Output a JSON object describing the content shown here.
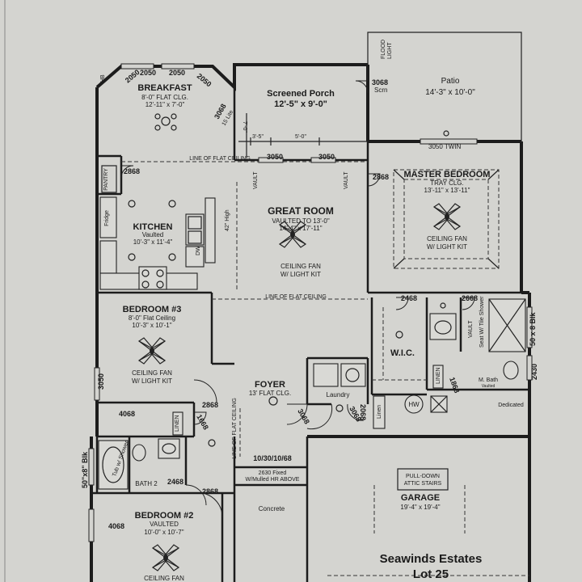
{
  "rooms": {
    "breakfast": {
      "name": "BREAKFAST",
      "ceiling": "8'-0\" FLAT CLG.",
      "size": "12'-11\" x 7'-0\""
    },
    "screened_porch": {
      "name": "Screened Porch",
      "size": "12'-5\" x 9'-0\""
    },
    "patio": {
      "name": "Patio",
      "size": "14'-3\" x 10'-0\""
    },
    "kitchen": {
      "name": "KITCHEN",
      "ceiling": "Vaulted",
      "size": "10'-3\" x 11'-4\""
    },
    "great_room": {
      "name": "GREAT ROOM",
      "ceiling": "VAULTED TO 13'-0\"",
      "size": "14'-4\" x 17'-11\"",
      "fan": "CEILING FAN",
      "fan2": "W/ LIGHT KIT"
    },
    "master_bedroom": {
      "name": "MASTER BEDROOM",
      "ceiling": "TRAY CLG.",
      "size": "13'-11\" x 13'-11\"",
      "fan": "CEILING FAN",
      "fan2": "W/ LIGHT KIT"
    },
    "bedroom3": {
      "name": "BEDROOM #3",
      "ceiling": "8'-0\" Flat Ceiling",
      "size": "10'-3\" x 10'-1\"",
      "fan": "CEILING FAN",
      "fan2": "W/ LIGHT KIT"
    },
    "bedroom2": {
      "name": "BEDROOM #2",
      "ceiling": "VAULTED",
      "size": "10'-0\" x 10'-7\"",
      "fan": "CEILING FAN"
    },
    "foyer": {
      "name": "FOYER",
      "ceiling": "13' FLAT CLG."
    },
    "garage": {
      "name": "GARAGE",
      "size": "19'-4\" x 19'-4\"",
      "attic": "PULL-DOWN",
      "attic2": "ATTIC STAIRS"
    },
    "wic": {
      "name": "W.I.C."
    },
    "laundry": {
      "name": "Laundry"
    },
    "bath2": {
      "name": "BATH 2"
    },
    "pantry": {
      "name": "PANTRY"
    },
    "fridge": {
      "name": "Fridge"
    },
    "m_bath": {
      "name": "M. Bath",
      "note": "Vaulted"
    },
    "dedicated": {
      "name": "Dedicated"
    },
    "concrete": {
      "name": "Concrete"
    }
  },
  "labels": {
    "w2050a": "2050",
    "w2050b": "2050",
    "w2050c": "2050",
    "w2050d": "2050",
    "w3068_breakfast": "3068",
    "w3068_breakfast2": "15 Lite",
    "w3068_scrn": "3068",
    "scrn": "Scrn",
    "flood_light": "FLOOD",
    "flood_light2": "LIGHT",
    "hb": "HB",
    "w3050a": "3050",
    "w3050b": "3050",
    "w3050_twin": "3050 TWIN",
    "dim_3_5": "3'-5\"",
    "dim_5_0": "5'-0\"",
    "dim_7_0": "7'-0\"",
    "line_flat_ceiling_top": "LINE OF FLAT CEILING",
    "line_flat_ceiling_mid": "LINE OF FLAT CEILING",
    "line_flat_ceiling_vert": "LINE OF FLAT CEILING",
    "d2868_pantry": "2868",
    "d2868_master": "2868",
    "vault_a": "VAULT",
    "vault_b": "VAULT",
    "bar_high": "42\" High",
    "dw": "DW",
    "d2468_wic": "2468",
    "d2668_mbath": "2668",
    "vault_mbath": "VAULT",
    "shower_note": "Seat W/ Tile Shower",
    "blk_50x8": "50 x 8 Blk",
    "w2430": "2430",
    "linen_a": "LINEN",
    "linen_b": "LINEN",
    "linen_c": "Linen",
    "d1868_mbath": "1868",
    "hw": "HW",
    "w3050_bed3": "3050",
    "d2868_bed3": "2868",
    "d1668": "1668",
    "d4068_bed3": "4068",
    "d3068_foyer": "3068",
    "d3068_laundry": "3068",
    "d2068_laundry": "2068",
    "d10_30_10_68": "10/30/10/68",
    "fixed_window": "2630 Fixed",
    "fixed_window2": "W/Mulled HR ABOVE",
    "blk_50x8_left": "50\"x8\" Blk",
    "tub_note": "Tub w/ Shower",
    "d2468_bath2": "2468",
    "d2868_bed2": "2868",
    "d4068_bed2": "4068"
  },
  "title": {
    "line1": "Seawinds Estates",
    "line2": "Lot 25"
  }
}
